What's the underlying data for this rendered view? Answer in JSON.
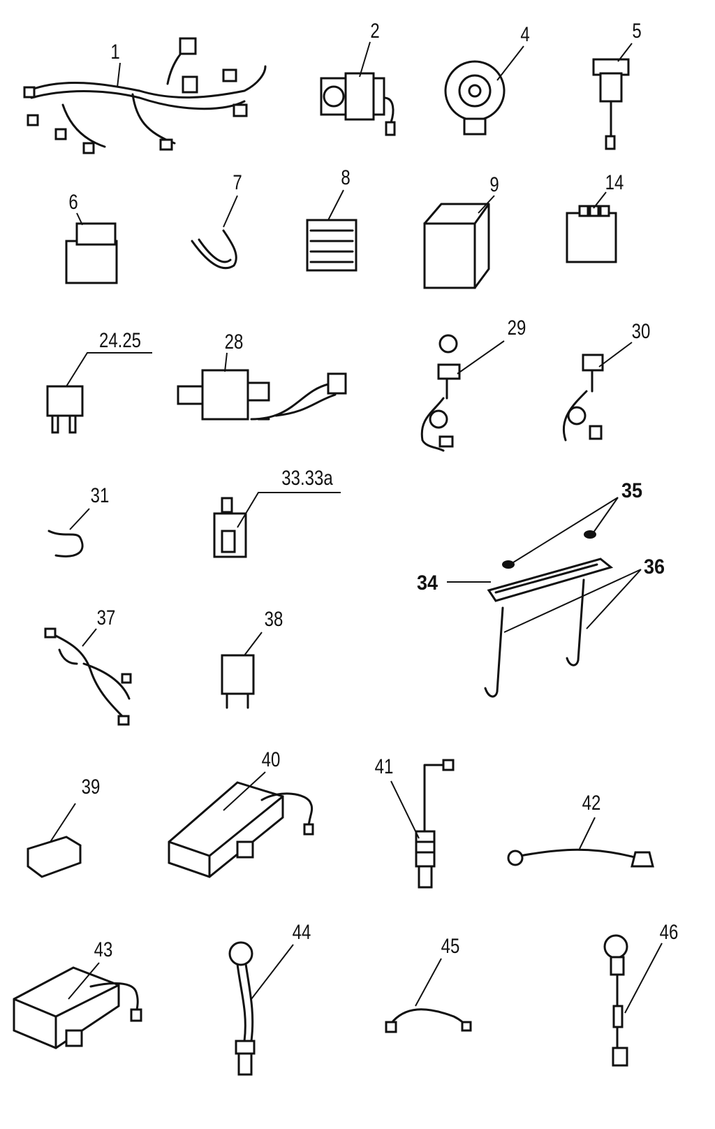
{
  "title": "Electrical parts exploded diagram",
  "callouts": [
    "1",
    "2",
    "4",
    "5",
    "6",
    "7",
    "8",
    "9",
    "14",
    "24.25",
    "28",
    "29",
    "30",
    "31",
    "33.33a",
    "35",
    "34",
    "36",
    "37",
    "38",
    "39",
    "40",
    "41",
    "42",
    "43",
    "44",
    "45",
    "46"
  ]
}
